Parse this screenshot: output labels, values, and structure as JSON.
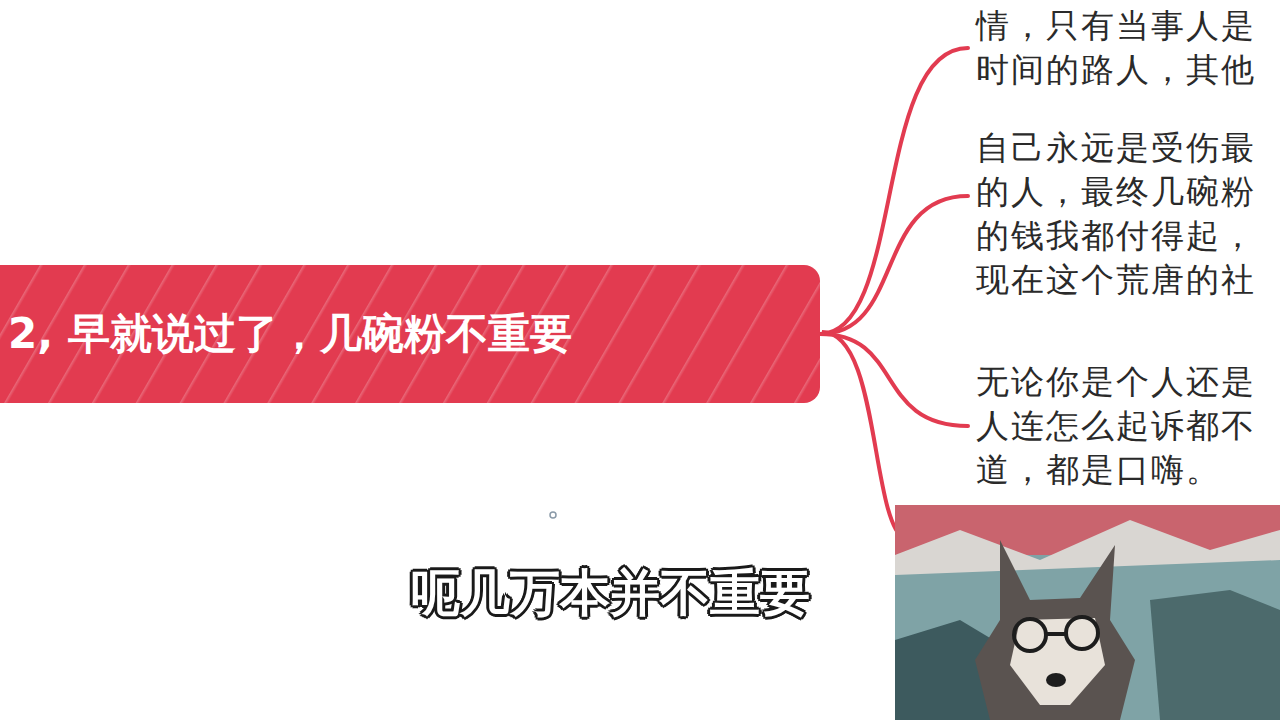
{
  "diagram": {
    "nodes": [
      {
        "text": [
          "2, 早就说过了，几碗粉不重要"
        ]
      },
      {
        "text": [
          "情，只有当事人是 时间的路人，其他"
        ]
      },
      {
        "text": [
          "自己永远是受伤最 的人，最终几碗粉 的钱我都付得起， 现在这个荒唐的社"
        ]
      },
      {
        "text": [
          "无论你是个人还是 人连怎么起诉都不 道，都是口嗨。"
        ]
      }
    ],
    "edges": [
      {
        "from": 0,
        "to": 1,
        "arrow": "none"
      },
      {
        "from": 0,
        "to": 2,
        "arrow": "none"
      },
      {
        "from": 0,
        "to": 3,
        "arrow": "none"
      }
    ],
    "labels": [
      "呃几万本并不重要"
    ]
  }
}
